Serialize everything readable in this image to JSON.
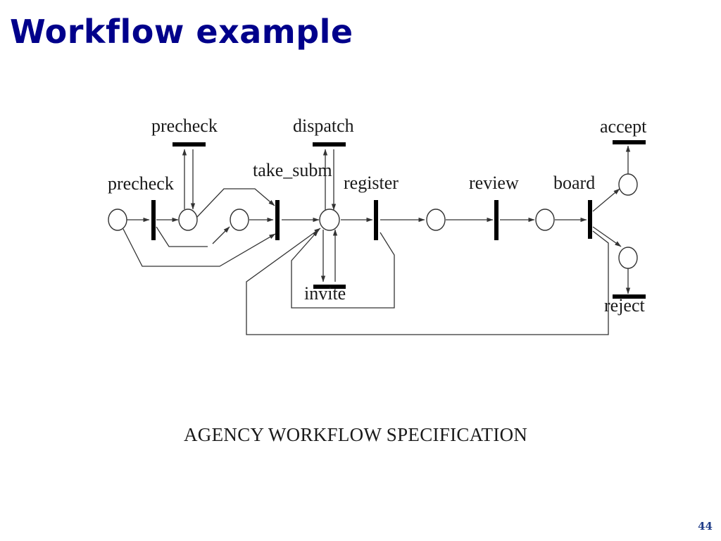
{
  "slide": {
    "title": "Workflow example",
    "page_number": "44"
  },
  "diagram": {
    "caption": "AGENCY WORKFLOW SPECIFICATION",
    "labels": {
      "precheck_top": "precheck",
      "dispatch": "dispatch",
      "accept": "accept",
      "precheck_left": "precheck",
      "take_subm": "take_subm",
      "register": "register",
      "review": "review",
      "board": "board",
      "invite": "invite",
      "reject": "reject"
    }
  }
}
